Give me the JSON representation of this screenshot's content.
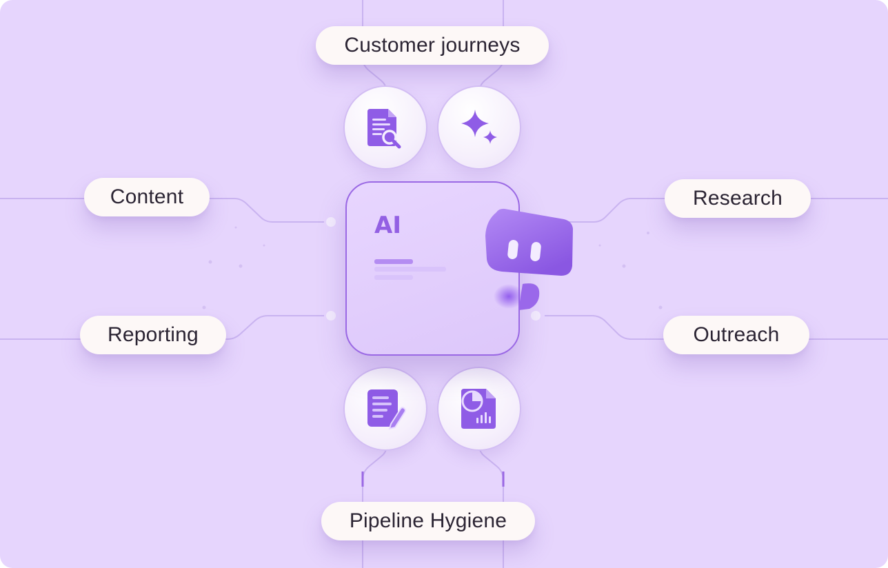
{
  "diagram": {
    "center_label": "AI",
    "nodes": {
      "top": "Customer journeys",
      "left_upper": "Content",
      "left_lower": "Reporting",
      "right_upper": "Research",
      "right_lower": "Outreach",
      "bottom": "Pipeline Hygiene"
    },
    "icons": {
      "top_left": "document-search-icon",
      "top_right": "sparkle-icon",
      "bottom_left": "document-edit-icon",
      "bottom_right": "report-chart-icon",
      "mascot": "robot-icon"
    },
    "colors": {
      "background": "#e6d5fd",
      "accent": "#8f5ce6",
      "connector": "#c9b3f0",
      "pill": "#fdf8f7"
    }
  }
}
